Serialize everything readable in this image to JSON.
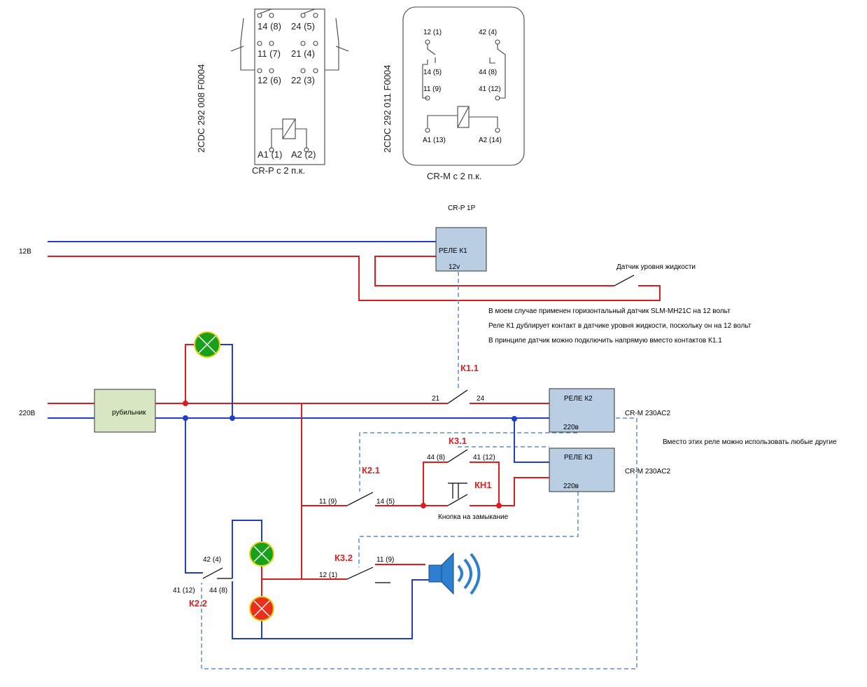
{
  "top_diagrams": {
    "crp": {
      "code": "2CDC 292 008 F0004",
      "pins": [
        "14 (8)",
        "24 (5)",
        "11 (7)",
        "21 (4)",
        "12 (6)",
        "22 (3)",
        "A1 (1)",
        "A2 (2)"
      ],
      "caption": "CR-P с 2 п.к."
    },
    "crm": {
      "code": "2CDC 292 011 F0004",
      "pins": [
        "12 (1)",
        "42 (4)",
        "14 (5)",
        "44 (8)",
        "11 (9)",
        "41 (12)",
        "A1 (13)",
        "A2 (14)"
      ],
      "caption": "CR-M с 2 п.к."
    }
  },
  "schematic": {
    "supply_12v": "12В",
    "supply_220v": "220В",
    "crp_title": "CR-P 1P",
    "relay_k1": {
      "name": "РЕЛЕ К1",
      "voltage": "12v"
    },
    "relay_k2": {
      "name": "РЕЛЕ К2",
      "voltage": "220в",
      "model": "CR-M 230AC2"
    },
    "relay_k3": {
      "name": "РЕЛЕ К3",
      "voltage": "220в",
      "model": "CR-M 230AC2"
    },
    "switch_box": "рубильник",
    "sensor_label": "Датчик уровня жидкости",
    "notes": [
      "В моем случае применен горизонтальный датчик SLM-MH21C на 12 вольт",
      "Реле К1 дублирует контакт в датчике уровня жидкости, поскольку он на 12 вольт",
      "В принципе датчик можно подключить напрямую вместо контактов К1.1"
    ],
    "other_relays_note": "Вместо этих реле можно использовать любые другие",
    "contacts": {
      "k11": {
        "name": "К1.1",
        "left": "21",
        "right": "24"
      },
      "k31": {
        "name": "К3.1",
        "left": "44 (8)",
        "right": "41 (12)"
      },
      "k21": {
        "name": "К2.1",
        "left": "11 (9)",
        "right": "14 (5)"
      },
      "kn1": {
        "name": "КН1",
        "desc": "Кнопка на замыкание"
      },
      "k32": {
        "name": "К3.2",
        "left": "12 (1)",
        "right": "11 (9)"
      },
      "k22": {
        "name": "К2.2",
        "top": "42 (4)",
        "left": "41 (12)",
        "right": "44 (8)"
      }
    },
    "colors": {
      "phase": "#e01b1b",
      "neutral": "#1f3fc8",
      "mechanical_link": "#5b8fd1",
      "relay_fill": "#b9cde3",
      "lamp_green": "#18a01a",
      "lamp_red": "#e8301c"
    },
    "icons": [
      "speaker-icon",
      "green-lamp-icon",
      "red-lamp-icon",
      "push-button-icon"
    ]
  }
}
